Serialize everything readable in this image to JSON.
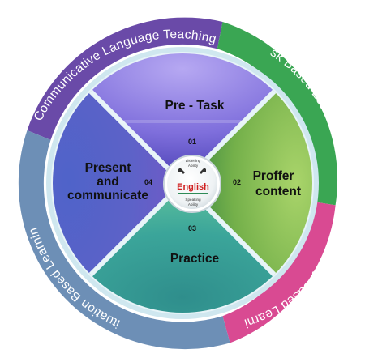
{
  "outer_ring": {
    "communicative": "Communicative Language Teaching",
    "task": "Task Based Learning",
    "activity": "Activity Based Learning",
    "situation": "Situation Based Learning"
  },
  "quadrants": {
    "top": {
      "label": "Pre - Task",
      "number": "01"
    },
    "right": {
      "label_line1": "Proffer",
      "label_line2": "content",
      "number": "02"
    },
    "bottom": {
      "label": "Practice",
      "number": "03"
    },
    "left": {
      "label_line1": "Present",
      "label_line2": "and",
      "label_line3": "communicate",
      "number": "04"
    }
  },
  "center_logo": {
    "top_line1": "Listening",
    "top_line2": "Ability",
    "word": "English",
    "bottom_line1": "Speaking",
    "bottom_line2": "Ability"
  },
  "colors": {
    "communicative": "#6a4aa8",
    "task": "#3aa653",
    "activity": "#d94a92",
    "situation": "#6d8fb6",
    "top_quad": "#7b6cd6",
    "right_quad": "#7fb24a",
    "bottom_quad": "#3a9d94",
    "left_quad": "#5a64c8"
  }
}
